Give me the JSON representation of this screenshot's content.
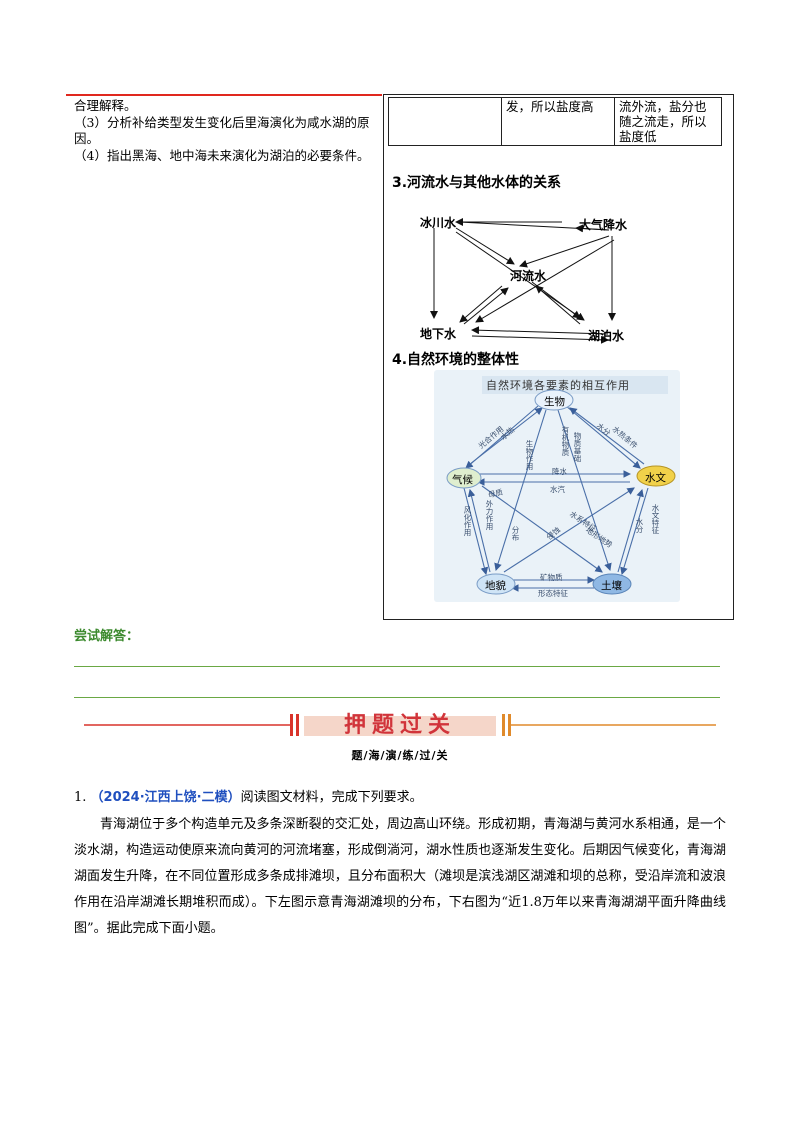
{
  "left_col": {
    "line1": "合理解释。",
    "q3": "（3）分析补给类型发生变化后里海演化为咸水湖的原因。",
    "q4": "（4）指出黑海、地中海未来演化为湖泊的必要条件。"
  },
  "salt_table": {
    "col2": "发，所以盐度高",
    "col3": "流外流，盐分也随之流走，所以盐度低"
  },
  "section3": {
    "title": "3.河流水与其他水体的关系",
    "nodes": {
      "glacier": "冰川水",
      "rain": "大气降水",
      "river": "河流水",
      "ground": "地下水",
      "lake": "湖泊水"
    }
  },
  "section4": {
    "title": "4.自然环境的整体性",
    "diagram_title": "自然环境各要素的相互作用",
    "nodes": {
      "bio": "生物",
      "climate": "气候",
      "hydro": "水文",
      "landform": "地貌",
      "soil": "土壤"
    },
    "labels": {
      "a1": "光合作用",
      "a2": "水热",
      "a3": "生物作用",
      "a4": "有机物质",
      "a5": "物质基础",
      "a6": "水分",
      "a7": "水热条件",
      "a8": "降水",
      "a9": "水汽",
      "a10": "风化作用",
      "a11": "外力作用",
      "a12": "分布",
      "a13": "水系特征",
      "a14": "水文特征",
      "a15": "水分",
      "a16": "矿物质",
      "a17": "形态特征",
      "a18": "地形地势",
      "a19": "母质",
      "a20": "侵蚀"
    }
  },
  "try_answer": "尝试解答：",
  "banner": {
    "title": "押题过关",
    "subtitle": "题/海/演/练/过/关"
  },
  "question1": {
    "number": "1.",
    "source": "（2024·江西上饶·二模）",
    "instruction": "阅读图文材料，完成下列要求。",
    "paragraph": "青海湖位于多个构造单元及多条深断裂的交汇处，周边高山环绕。形成初期，青海湖与黄河水系相通，是一个淡水湖，构造运动使原来流向黄河的河流堵塞，形成倒淌河，湖水性质也逐渐发生变化。后期因气候变化，青海湖湖面发生升降，在不同位置形成多条成排滩坝，且分布面积大（滩坝是滨浅湖区湖滩和坝的总称，受沿岸流和波浪作用在沿岸湖滩长期堆积而成）。下左图示意青海湖滩坝的分布，下右图为“近1.8万年以来青海湖湖平面升降曲线图”。据此完成下面小题。"
  },
  "colors": {
    "accent_red": "#e0281e",
    "answer_green": "#3c8a2e",
    "source_blue": "#1f4fbf",
    "node_blue": "#cfe4f6",
    "node_green": "#dfeecf",
    "node_yellow": "#f1d14a"
  }
}
